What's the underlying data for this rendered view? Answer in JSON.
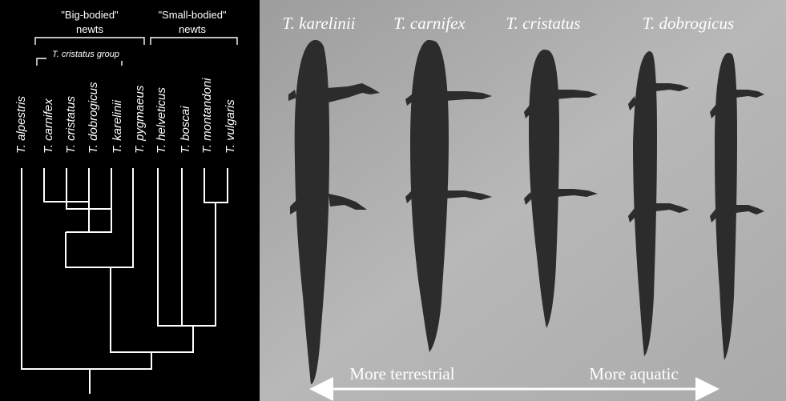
{
  "groups": {
    "big_bodied": [
      "\"Big-bodied\"",
      "newts"
    ],
    "small_bodied": [
      "\"Small-bodied\"",
      "newts"
    ],
    "cristatus_group": "T. cristatus group"
  },
  "species": [
    "T. alpestris",
    "T. carnifex",
    "T. cristatus",
    "T. dobrogicus",
    "T. karelinii",
    "T. pygmaeus",
    "T. helveticus",
    "T. boscai",
    "T. montandoni",
    "T. vulgaris"
  ],
  "photo_labels": [
    "T. karelinii",
    "T. carnifex",
    "T. cristatus",
    "T. dobrogicus"
  ],
  "axis": {
    "left": "More terrestrial",
    "right": "More aquatic"
  },
  "colors": {
    "tree_background": "#000000",
    "tree_lines": "#ffffff",
    "photo_background": "#b4b4b4",
    "newt": "#2c2c2c"
  }
}
